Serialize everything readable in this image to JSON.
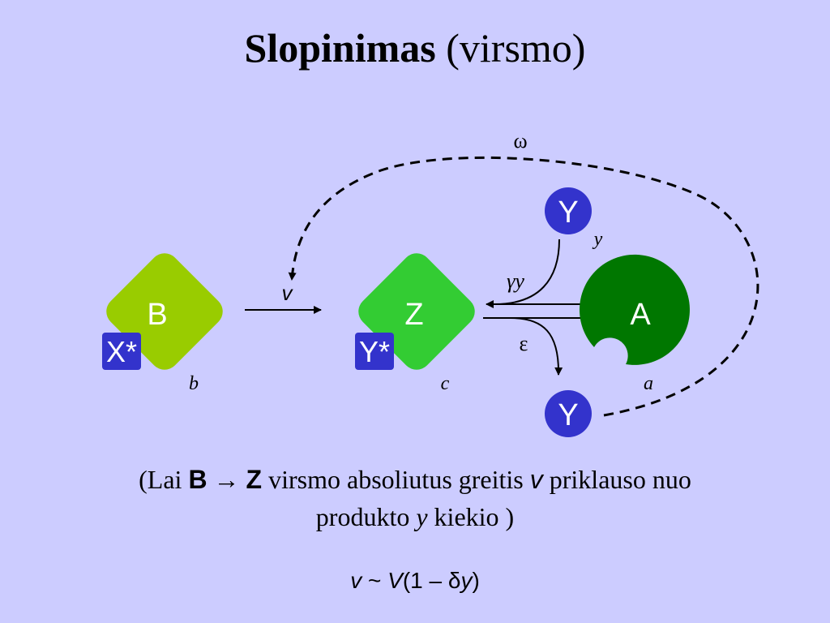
{
  "title": {
    "bold": "Slopinimas",
    "normal": "(virsmo)"
  },
  "diagram": {
    "node_b": {
      "label": "B",
      "tag": "X*",
      "var": "b",
      "color": "#99cc00"
    },
    "node_z": {
      "label": "Z",
      "tag": "Y*",
      "var": "c",
      "color": "#33cc33"
    },
    "node_a": {
      "label": "A",
      "var": "a",
      "color": "#007700"
    },
    "y_top": {
      "label": "Y",
      "var": "y",
      "color": "#3333cc"
    },
    "y_bottom": {
      "label": "Y",
      "color": "#3333cc"
    },
    "rate_v": "v",
    "rate_gamma": "γy",
    "rate_epsilon": "ε",
    "feedback_omega": "ω"
  },
  "caption": {
    "open": "(Lai",
    "b": "B",
    "arrow": "→",
    "z": "Z",
    "mid": "virsmo absoliutus greitis",
    "v": "v",
    "after_v": "priklauso nuo",
    "line2_start": "produkto",
    "y": "y",
    "line2_end": "kiekio )"
  },
  "formula": {
    "v": "v",
    "tilde": " ~ ",
    "V": "V",
    "open": "(1 – δ",
    "y": "y",
    "close": ")"
  }
}
